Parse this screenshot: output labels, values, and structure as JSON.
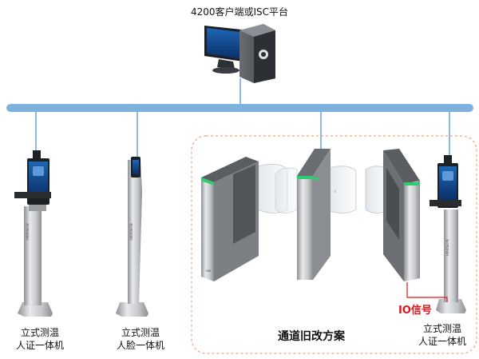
{
  "platform": {
    "label": "4200客户端或ISC平台",
    "icon": "workstation-icon"
  },
  "devices": [
    {
      "line1": "立式测温",
      "line2": "人证一体机"
    },
    {
      "line1": "立式测温",
      "line2": "人脸一体机"
    },
    {
      "line1": "立式测温",
      "line2": "人证一体机"
    }
  ],
  "retrofit": {
    "label": "通道旧改方案"
  },
  "io_signal": {
    "label": "IO信号",
    "color": "#e0151b"
  },
  "colors": {
    "network_bus": "#7fb1df",
    "retrofit_border": "#f0a67a"
  }
}
